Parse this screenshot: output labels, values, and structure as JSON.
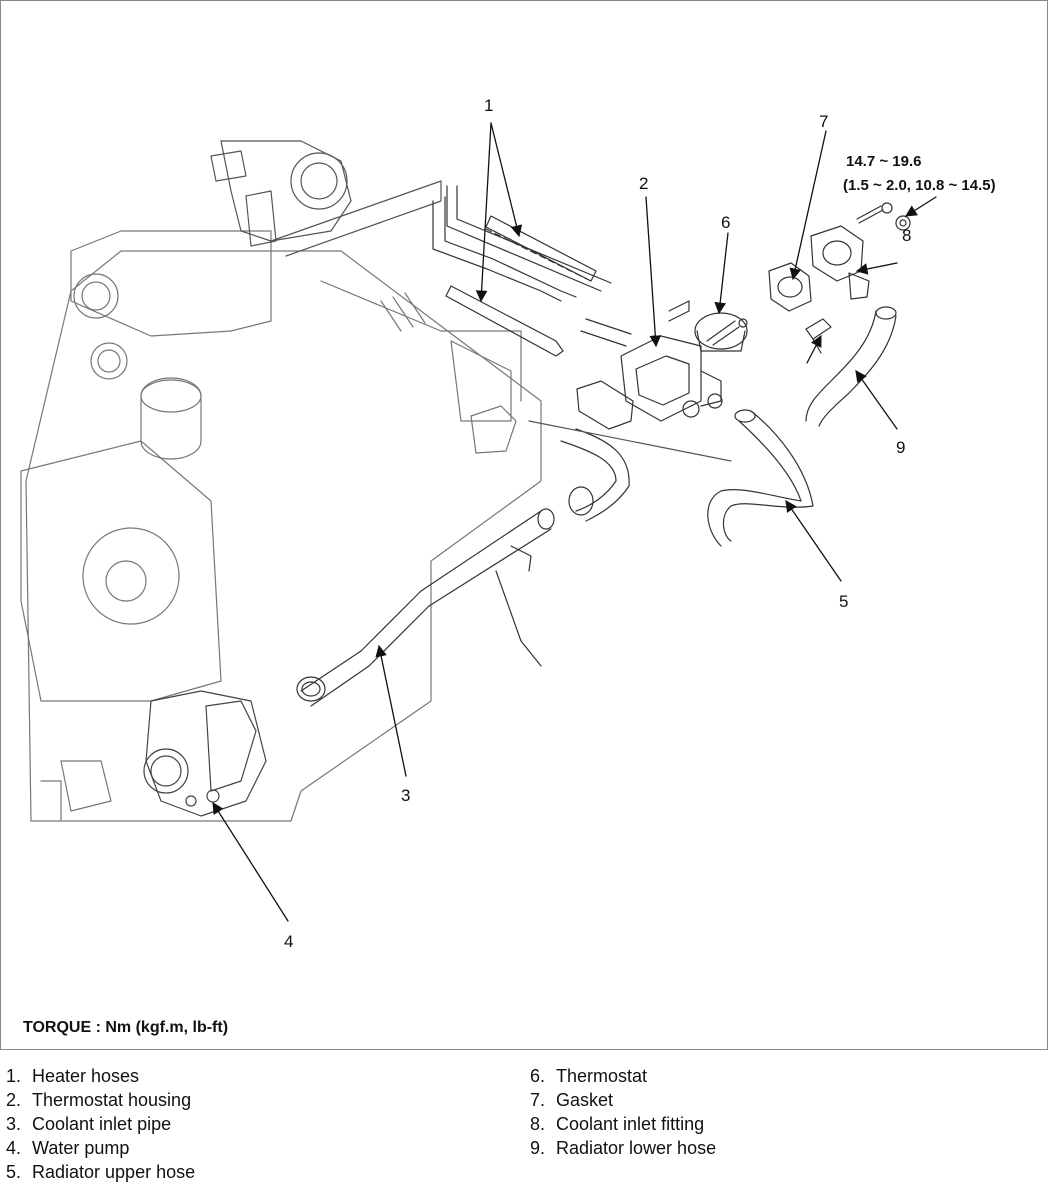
{
  "callouts": [
    {
      "num": "1"
    },
    {
      "num": "2"
    },
    {
      "num": "3"
    },
    {
      "num": "4"
    },
    {
      "num": "5"
    },
    {
      "num": "6"
    },
    {
      "num": "7"
    },
    {
      "num": "8"
    },
    {
      "num": "9"
    }
  ],
  "torque_spec": {
    "line1": "14.7 ~ 19.6",
    "line2": "(1.5 ~ 2.0, 10.8 ~ 14.5)"
  },
  "torque_note": "TORQUE : Nm (kgf.m, lb-ft)",
  "legend": {
    "left": [
      {
        "num": "1.",
        "label": "Heater hoses"
      },
      {
        "num": "2.",
        "label": "Thermostat housing"
      },
      {
        "num": "3.",
        "label": "Coolant inlet pipe"
      },
      {
        "num": "4.",
        "label": "Water pump"
      },
      {
        "num": "5.",
        "label": "Radiator upper hose"
      }
    ],
    "right": [
      {
        "num": "6.",
        "label": "Thermostat"
      },
      {
        "num": "7.",
        "label": "Gasket"
      },
      {
        "num": "8.",
        "label": "Coolant inlet fitting"
      },
      {
        "num": "9.",
        "label": "Radiator lower hose"
      }
    ]
  }
}
